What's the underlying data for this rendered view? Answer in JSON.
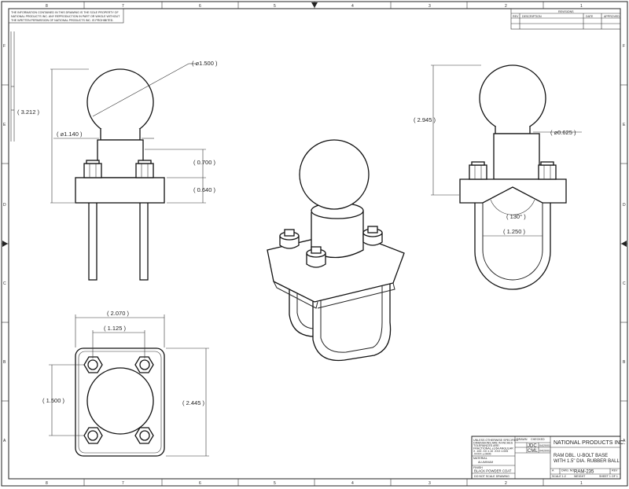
{
  "border": {
    "columns_top": [
      "8",
      "7",
      "6",
      "5",
      "4",
      "3",
      "2",
      "1"
    ],
    "columns_bottom": [
      "8",
      "7",
      "6",
      "5",
      "4",
      "3",
      "2",
      "1"
    ],
    "rows_left": [
      "F",
      "E",
      "D",
      "C",
      "B",
      "A"
    ],
    "rows_right": [
      "F",
      "E",
      "D",
      "C",
      "B",
      "A"
    ]
  },
  "notice": {
    "line1": "THE INFORMATION CONTAINED IN THIS DRAWING IS THE SOLE PROPERTY OF",
    "line2": "NATIONAL PRODUCTS INC. ANY REPRODUCTION IN PART OR WHOLE WITHOUT",
    "line3": "THE WRITTEN PERMISSION OF NATIONAL PRODUCTS INC. IS PROHIBITED."
  },
  "revisions": {
    "title": "REVISIONS",
    "col_rev": "REV",
    "col_desc": "DESCRIPTION",
    "col_date": "DATE",
    "col_approved": "APPROVED"
  },
  "dimensions": {
    "ball_diameter": "1.500",
    "front_height": "3.212",
    "neck_width": "1.140",
    "stem_height": "0.700",
    "plate_thickness": "0.640",
    "side_height": "2.945",
    "neck_diameter": "0.625",
    "angle": "130°",
    "ubolt_width": "1.250",
    "bolt_spacing_x": "1.125",
    "plate_width": "2.070",
    "bolt_spacing_y": "1.500",
    "plate_height": "2.445"
  },
  "title_block": {
    "company": "NATIONAL PRODUCTS INC.",
    "title_line1": "RAM DBL. U-BOLT BASE",
    "title_line2": "WITH 1.5\" DIA. RUBBER BALL",
    "part_number": "RAM-235",
    "size": "A",
    "drawn": "DRAWN",
    "checked": "CHECKED",
    "initials_drawn": "JDC",
    "initials_checked": "CML",
    "date_drawn": "04/20/01",
    "date_checked": "04/20/01",
    "tol_line1": "UNLESS OTHERWISE SPECIFIED",
    "tol_line2": "DIMENSIONS ARE IN INCHES",
    "tol_line3": "TOLERANCES ARE:",
    "tol_line4": "FRACTIONAL ±1/64 ANGULAR",
    "tol_line5": "X .100 .XX ±.10 .XXX ±.005",
    "tol_line6": ".XXXX ±.0005",
    "material_label": "MATERIAL",
    "material": "ALUMINUM",
    "finish_label": "FINISH",
    "finish": "BLACK POWDER COAT",
    "no_scale": "DO NOT SCALE DRAWING",
    "scale": "SCALE 1:2",
    "weight": "WEIGHT",
    "sheet": "SHEET 1 OF 1",
    "rev": "REV",
    "dwg_no": "DWG. NO."
  }
}
